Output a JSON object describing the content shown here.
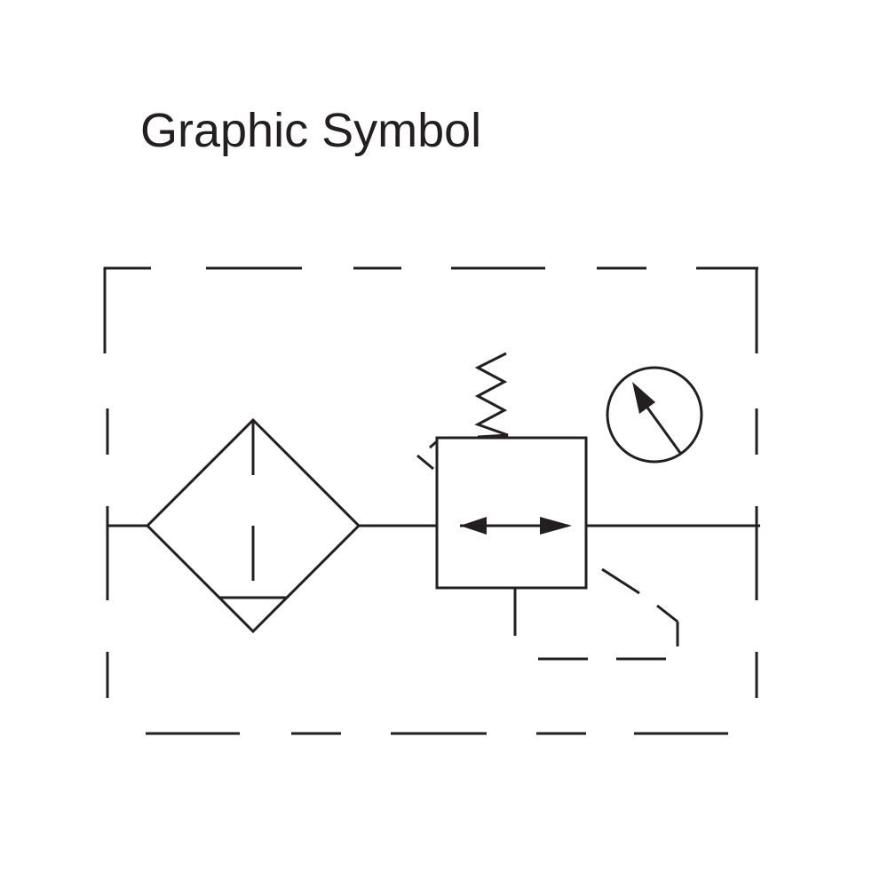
{
  "title": "Graphic Symbol",
  "symbol": {
    "components": [
      "filter",
      "pressure-regulator",
      "pressure-gauge"
    ],
    "ink_color": "#231f20",
    "background_color": "#ffffff"
  }
}
